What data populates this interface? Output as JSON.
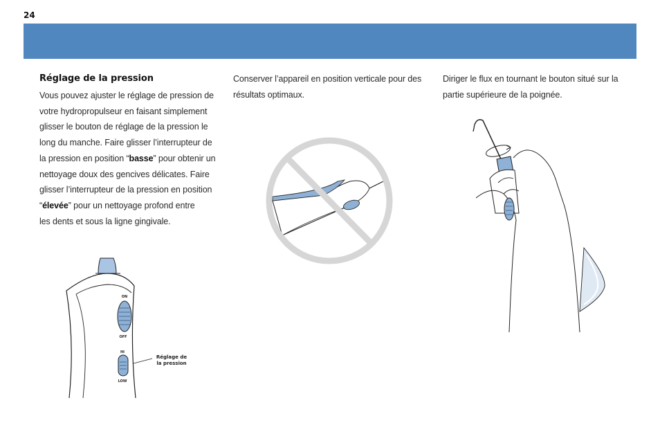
{
  "page_number": "24",
  "col1": {
    "heading": "Réglage de la pression",
    "text_1": "Vous pouvez ajuster le réglage de pression de votre hydropropulseur en faisant simplement glisser le bouton de réglage de la pression le long du manche. Faire glisser l’interrupteur de la pression en position “",
    "bold_1": "basse",
    "text_2": "” pour obtenir un nettoyage doux des gencives délicates. Faire glisser l’interrupteur de la pression en position “",
    "bold_2": "élevée",
    "text_3": "” pour un nettoyage profond entre",
    "text_4": "les dents et sous la ligne gingivale."
  },
  "col2": {
    "text": "Conserver l’appareil en position verticale pour des résultats optimaux."
  },
  "col3": {
    "text": "Diriger le flux en tournant le bouton situé sur la partie supérieure de la poignée."
  },
  "figure_handle": {
    "on_label": "ON",
    "off_label": "OFF",
    "hi_label": "HI",
    "low_label": "LOW",
    "callout_line1": "Réglage de",
    "callout_line2": "la pression"
  },
  "colors": {
    "banner": "#4f87be",
    "accent_blue": "#8fb1d6",
    "prohibit_gray": "#d6d6d6"
  }
}
